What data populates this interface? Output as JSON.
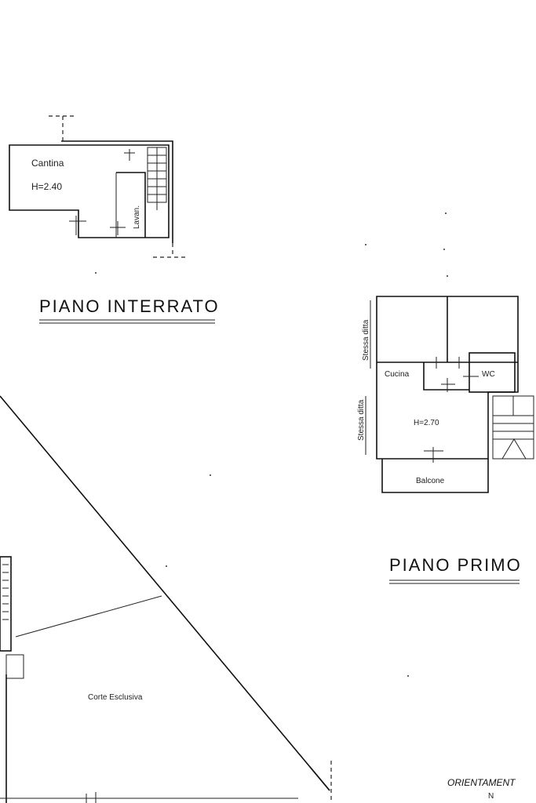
{
  "plans": {
    "interrato": {
      "title": "PIANO INTERRATO",
      "room_name": "Cantina",
      "room_height": "H=2.40",
      "side_room": "Lavan."
    },
    "primo": {
      "title": "PIANO PRIMO",
      "left_label_1": "Stessa ditta",
      "left_label_2": "Stessa ditta",
      "kitchen": "Cucina",
      "wc": "WC",
      "height": "H=2.70",
      "balcony": "Balcone"
    },
    "ground": {
      "yard": "Corte Esclusiva"
    }
  },
  "orientation": {
    "label": "ORIENTAMENT",
    "north": "N"
  },
  "colors": {
    "ink": "#111111",
    "paper": "#ffffff"
  }
}
